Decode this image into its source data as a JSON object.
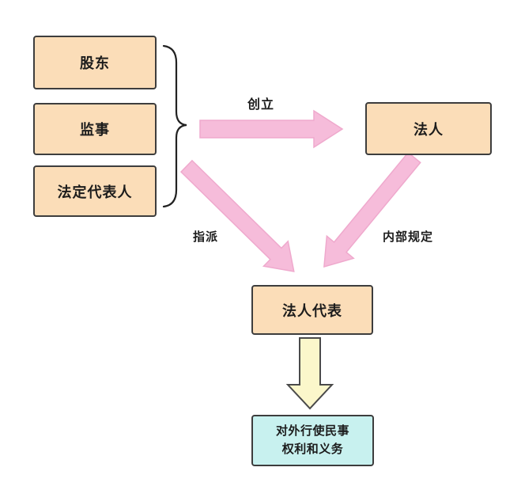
{
  "diagram": {
    "boxes": {
      "shareholder": {
        "label": "股东"
      },
      "supervisor": {
        "label": "监事"
      },
      "statutory_representative": {
        "label": "法定代表人"
      },
      "legal_person": {
        "label": "法人"
      },
      "legal_person_representative": {
        "label": "法人代表"
      },
      "civil_rights": {
        "line1": "对外行使民事",
        "line2": "权利和义务"
      }
    },
    "arrow_labels": {
      "create": "创立",
      "appoint": "指派",
      "internal_rules": "内部规定"
    },
    "colors": {
      "background": "#ffffff",
      "box_fill": "#fbddb8",
      "box_border": "#3d3d3d",
      "pink_arrow_fill": "#f6bcda",
      "pink_arrow_stroke": "#efa9cd",
      "yellow_arrow_fill": "#fbf7cb",
      "cyan_box_fill": "#c8f1ef",
      "text_color": "#1c1c1c"
    }
  }
}
